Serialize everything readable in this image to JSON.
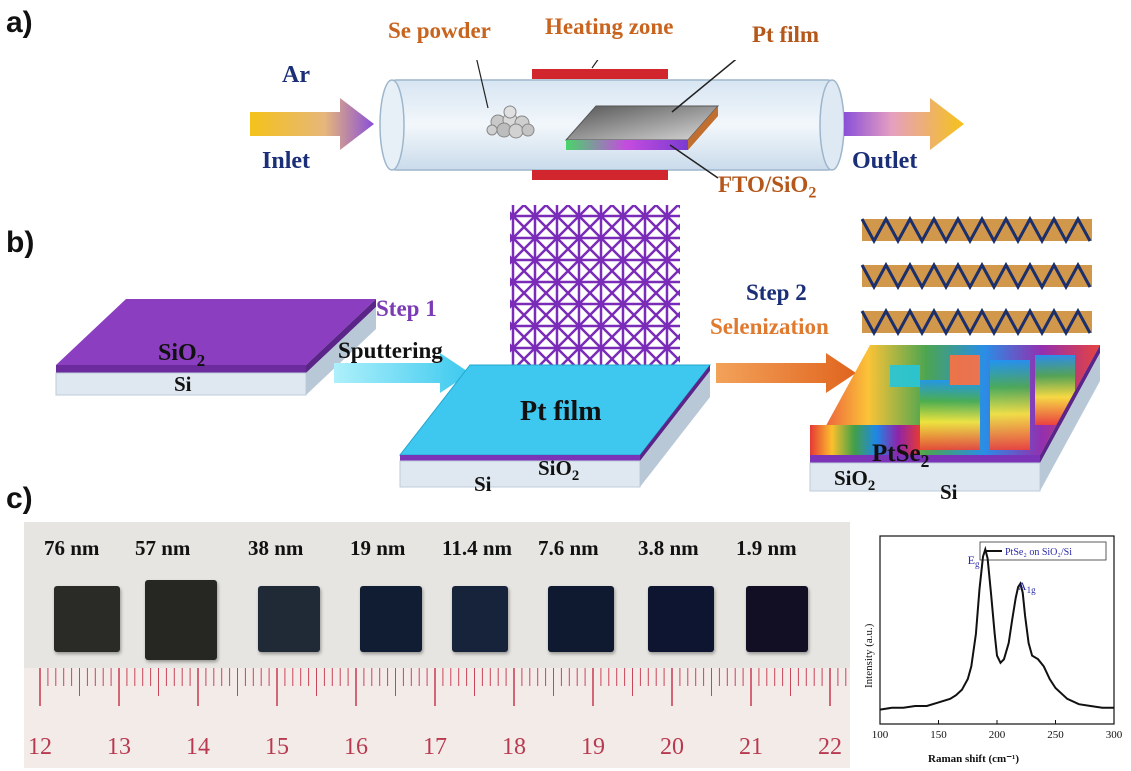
{
  "panels": {
    "a": "a)",
    "b": "b)",
    "c": "c)"
  },
  "panel_a": {
    "gas": "Ar",
    "inlet": "Inlet",
    "outlet": "Outlet",
    "se_powder": "Se powder",
    "heating_zone": "Heating zone",
    "pt_film": "Pt film",
    "substrate": "FTO/SiO",
    "substrate_sub": "2"
  },
  "panel_b": {
    "sio2_base": "SiO",
    "sio2_sub": "2",
    "si": "Si",
    "step1": "Step 1",
    "sputtering": "Sputtering",
    "pt_film": "Pt film",
    "step2": "Step 2",
    "selenization": "Selenization",
    "ptse_base": "PtSe",
    "ptse_sub": "2"
  },
  "panel_c": {
    "thicknesses": [
      "76 nm",
      "57 nm",
      "38 nm",
      "19 nm",
      "11.4 nm",
      "7.6 nm",
      "3.8 nm",
      "1.9 nm"
    ],
    "sample_shades": [
      "#2a2a26",
      "#262722",
      "#1f2a36",
      "#101d33",
      "#16233a",
      "#0f1a30",
      "#0d1530",
      "#120f24"
    ],
    "ruler_labels": [
      "12",
      "13",
      "14",
      "15",
      "16",
      "17",
      "18",
      "19",
      "20",
      "21",
      "22"
    ]
  },
  "chart_data": {
    "type": "line",
    "title": "",
    "xlabel": "Raman shift (cm⁻¹)",
    "ylabel": "Intensity (a.u.)",
    "xlim": [
      100,
      300
    ],
    "xticks": [
      "100",
      "150",
      "200",
      "250",
      "300"
    ],
    "legend": "PtSe₂ on SiO₂/Si",
    "legend_position": "top-right",
    "annotations": [
      {
        "text": "E",
        "sub": "g",
        "x": 180
      },
      {
        "text": "A",
        "sub": "1g",
        "x": 223
      }
    ],
    "series": [
      {
        "name": "PtSe₂ on SiO₂/Si",
        "x": [
          100,
          110,
          120,
          130,
          140,
          150,
          160,
          165,
          170,
          175,
          178,
          182,
          185,
          188,
          190,
          192,
          195,
          198,
          200,
          203,
          206,
          210,
          213,
          216,
          218,
          220,
          222,
          224,
          227,
          230,
          235,
          240,
          245,
          250,
          260,
          270,
          280,
          290,
          300
        ],
        "y": [
          0.08,
          0.09,
          0.09,
          0.1,
          0.1,
          0.12,
          0.14,
          0.16,
          0.19,
          0.25,
          0.32,
          0.5,
          0.75,
          0.93,
          0.97,
          0.92,
          0.72,
          0.5,
          0.38,
          0.34,
          0.36,
          0.45,
          0.58,
          0.7,
          0.76,
          0.78,
          0.73,
          0.6,
          0.45,
          0.38,
          0.36,
          0.32,
          0.25,
          0.2,
          0.14,
          0.11,
          0.1,
          0.09,
          0.09
        ]
      }
    ]
  }
}
